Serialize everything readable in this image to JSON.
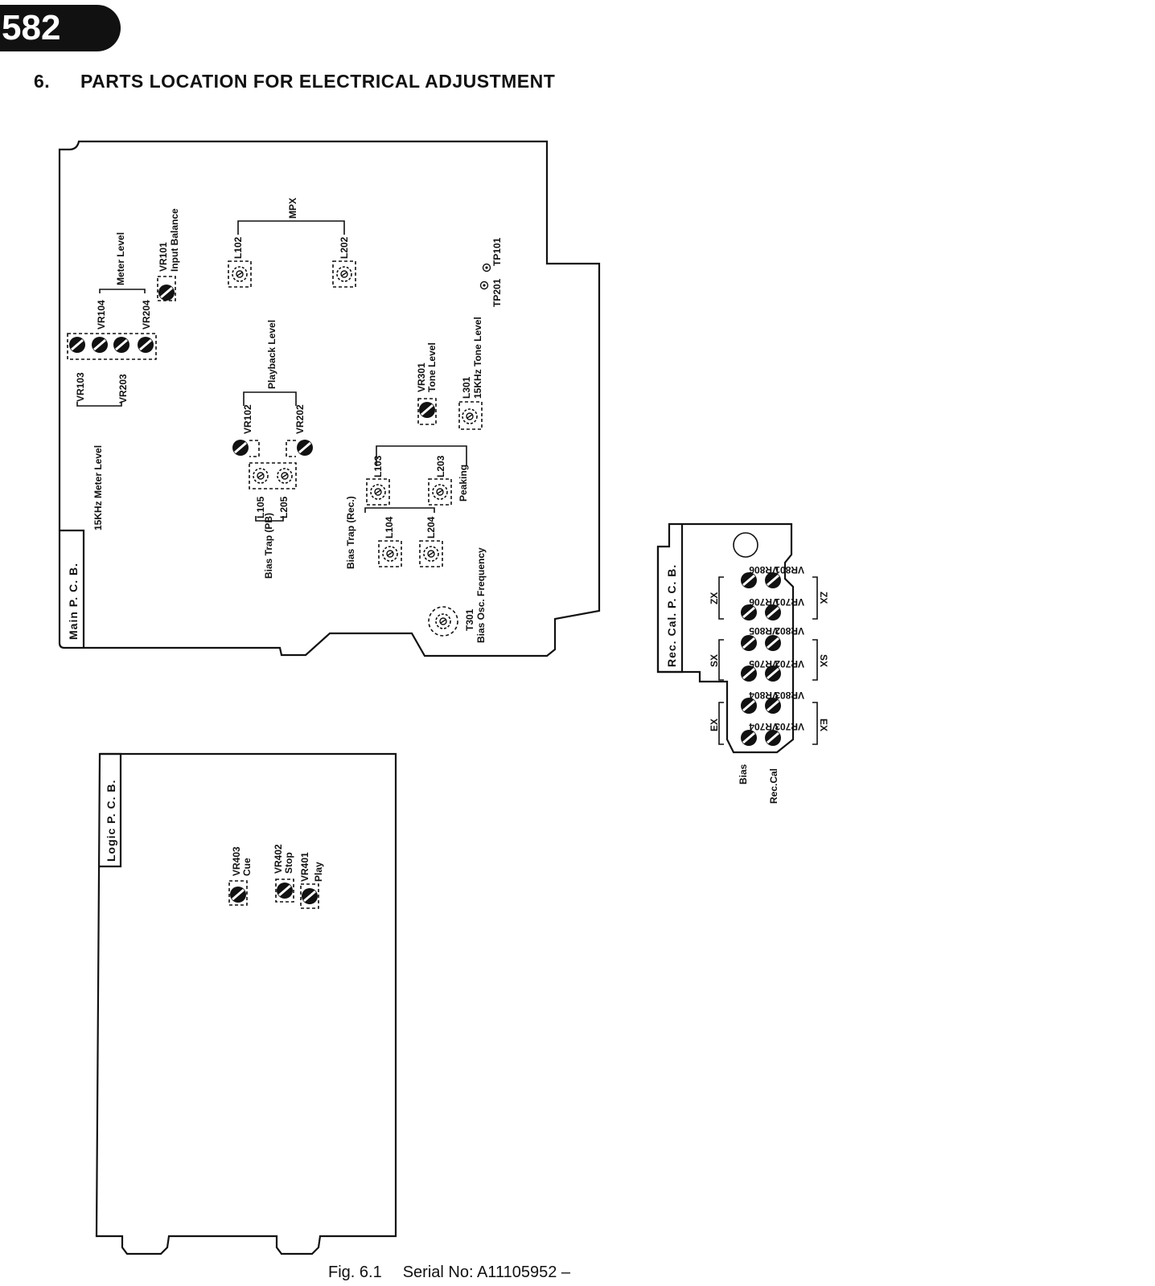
{
  "page_number": "582",
  "heading": {
    "number": "6.",
    "title": "PARTS LOCATION FOR ELECTRICAL ADJUSTMENT"
  },
  "boards": {
    "main": {
      "label": "Main P. C. B.",
      "group_labels": {
        "mpx": "MPX",
        "meter_level": "Meter Level",
        "meter_15k": "15KHz Meter Level",
        "playback_level": "Playback Level",
        "peaking": "Peaking",
        "bias_trap_rec": "Bias Trap (Rec.)",
        "bias_trap_pb": "Bias Trap (PB)",
        "input_balance": "Input Balance",
        "tone_level": "Tone Level",
        "tone_15k": "15KHz Tone Level",
        "bias_osc": "Bias Osc. Frequency"
      },
      "parts": {
        "vr101": "VR101",
        "vr103": "VR103",
        "vr104": "VR104",
        "vr203": "VR203",
        "vr204": "VR204",
        "l102": "L102",
        "l202": "L202",
        "tp201": "TP201",
        "tp101": "TP101",
        "vr102": "VR102",
        "vr202": "VR202",
        "l105": "L105",
        "l205": "L205",
        "vr301": "VR301",
        "l301": "L301",
        "l103": "L103",
        "l203": "L203",
        "l104": "L104",
        "l204": "L204",
        "t301": "T301"
      }
    },
    "logic": {
      "label": "Logic P. C. B.",
      "parts": {
        "vr403": "VR403",
        "vr402": "VR402",
        "vr401": "VR401"
      },
      "functions": {
        "cue": "Cue",
        "stop": "Stop",
        "play": "Play"
      }
    },
    "rec_cal": {
      "label": "Rec. Cal. P. C. B.",
      "parts": {
        "vr801": "VR801",
        "vr806": "VR806",
        "vr701": "VR701",
        "vr706": "VR706",
        "vr802": "VR802",
        "vr805": "VR805",
        "vr702": "VR702",
        "vr705": "VR705",
        "vr803": "VR803",
        "vr804": "VR804",
        "vr703": "VR703",
        "vr704": "VR704"
      },
      "tape_types": {
        "zx": "ZX",
        "sx": "SX",
        "ex": "EX"
      },
      "bottom_labels": {
        "bias": "Bias",
        "rec_cal": "Rec.Cal"
      }
    }
  },
  "caption": {
    "figure": "Fig. 6.1",
    "serial": "Serial No: A11105952 –"
  }
}
